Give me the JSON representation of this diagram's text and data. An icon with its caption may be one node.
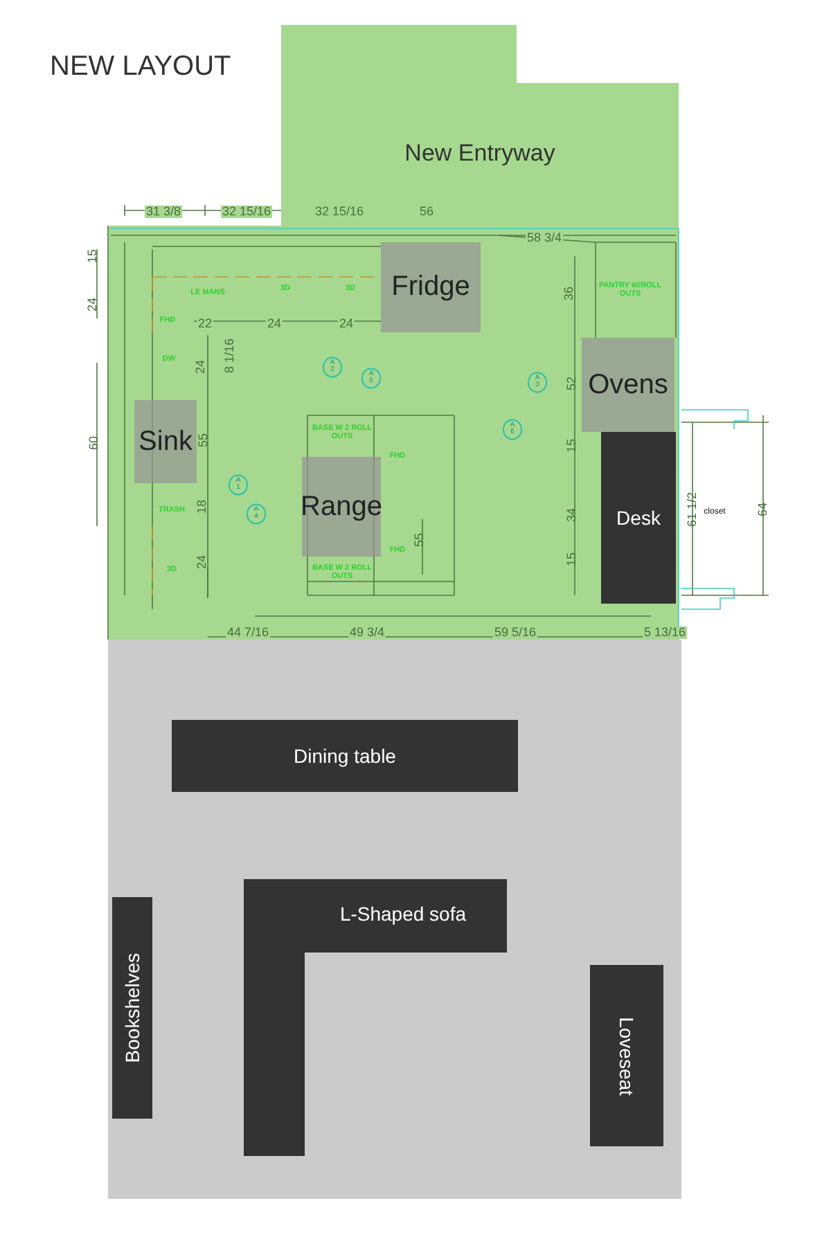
{
  "diagram": {
    "title": "NEW LAYOUT",
    "nodes": [
      {
        "text": [
          "New Entryway"
        ]
      },
      {
        "text": [
          "Fridge"
        ]
      },
      {
        "text": [
          "Sink"
        ]
      },
      {
        "text": [
          "Range"
        ]
      },
      {
        "text": [
          "Ovens"
        ]
      },
      {
        "text": [
          "Desk"
        ]
      },
      {
        "text": [
          "Dining table"
        ]
      },
      {
        "text": [
          "L-Shaped sofa"
        ]
      },
      {
        "text": [
          "Bookshelves"
        ]
      },
      {
        "text": [
          "Loveseat"
        ]
      }
    ],
    "labels": [
      "31 3/8",
      "32 15/16",
      "32 15/16",
      "56",
      "58 3/4",
      "15",
      "24",
      "LE MANS",
      "3D",
      "3D",
      "36",
      "PANTRY W/ROLL OUTS",
      "FHD",
      "22",
      "24",
      "24",
      "8 1/16",
      "24",
      "DW",
      "60",
      "52",
      "15",
      "55",
      "TRASH",
      "18",
      "3D",
      "24",
      "BASE W 2 ROLL OUTS",
      "FHD",
      "FHD",
      "BASE W 2 ROLL OUTS",
      "55",
      "34",
      "15",
      "61 1/2",
      "closet",
      "64",
      "44 7/16",
      "49 3/4",
      "59 5/16",
      "5 13/16",
      "A 2",
      "A 5",
      "A 3",
      "A 6",
      "A 1",
      "A 4"
    ]
  }
}
